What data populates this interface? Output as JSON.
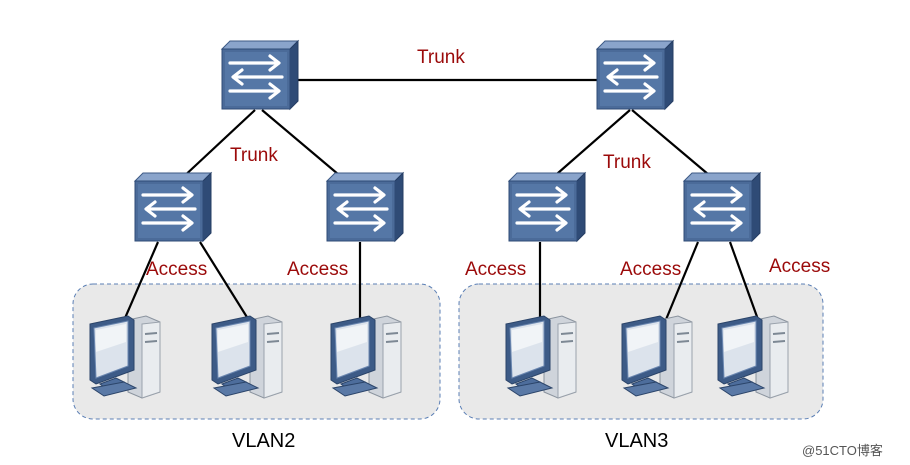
{
  "labels": {
    "trunk_top": "Trunk",
    "trunk_left": "Trunk",
    "trunk_right": "Trunk",
    "access_1": "Access",
    "access_2": "Access",
    "access_3": "Access",
    "access_4": "Access",
    "access_5": "Access"
  },
  "groups": {
    "vlan2": "VLAN2",
    "vlan3": "VLAN3"
  },
  "watermark": "@51CTO博客",
  "colors": {
    "label_red": "#9b0a0a",
    "group_fill": "#e9e9e9",
    "group_border": "#5b7fb5",
    "switch_face": "#4a6996",
    "switch_top": "#7a96bf",
    "switch_side": "#2e4a74",
    "link": "#000000"
  },
  "icons": {
    "switch": "layer2-switch-icon",
    "pc": "desktop-computer-icon"
  }
}
